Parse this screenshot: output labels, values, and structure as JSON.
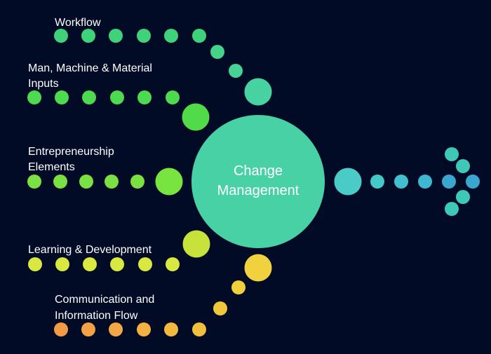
{
  "center": {
    "line1": "Change",
    "line2": "Management",
    "color": "#48d1a4"
  },
  "labels": {
    "workflow": "Workflow",
    "inputs_line1": "Man, Machine & Material",
    "inputs_line2": "Inputs",
    "entrepreneurship_line1": "Entrepreneurship",
    "entrepreneurship_line2": "Elements",
    "learning": "Learning & Development",
    "communication_line1": "Communication and",
    "communication_line2": "Information Flow"
  },
  "colors": {
    "background": "#020b26",
    "workflow": "#3fd27a",
    "inputs": "#4dd950",
    "entrepreneurship": "#7be043",
    "learning": "#d8e840",
    "communication_yellow": "#f2d13e",
    "communication_orange": "#f39a45",
    "output": "#4acbc8",
    "arrow_teal": "#3fc7b8",
    "arrow_blue": "#3aa7d1"
  }
}
